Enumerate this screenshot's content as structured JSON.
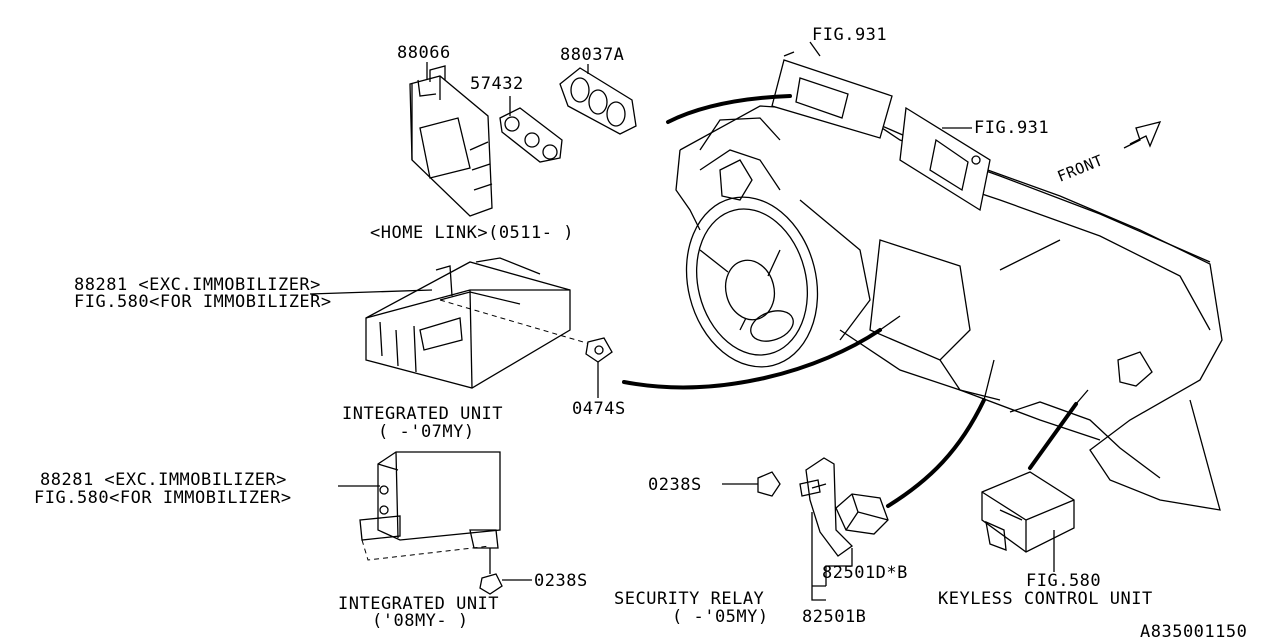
{
  "diagram_id": "A835001150",
  "labels": {
    "part_88066": "88066",
    "part_57432": "57432",
    "part_88037a": "88037A",
    "home_link": "<HOME LINK>(0511-  )",
    "fig931_top": "FIG.931",
    "fig931_right": "FIG.931",
    "front": "FRONT",
    "u1_line1": "88281 <EXC.IMMOBILIZER>",
    "u1_line2": "FIG.580<FOR IMMOBILIZER>",
    "part_0474s": "0474S",
    "u1_title": "INTEGRATED UNIT",
    "u1_years": "(  -'07MY)",
    "u2_line1": "88281 <EXC.IMMOBILIZER>",
    "u2_line2": "FIG.580<FOR IMMOBILIZER>",
    "part_0238s_a": "0238S",
    "u2_title": "INTEGRATED UNIT",
    "u2_years": "('08MY-  )",
    "part_0238s_b": "0238S",
    "part_82501d": "82501D*B",
    "security_relay": "SECURITY RELAY",
    "relay_years": "(  -'05MY)",
    "part_82501b": "82501B",
    "fig580": "FIG.580",
    "keyless": "KEYLESS CONTROL UNIT"
  }
}
